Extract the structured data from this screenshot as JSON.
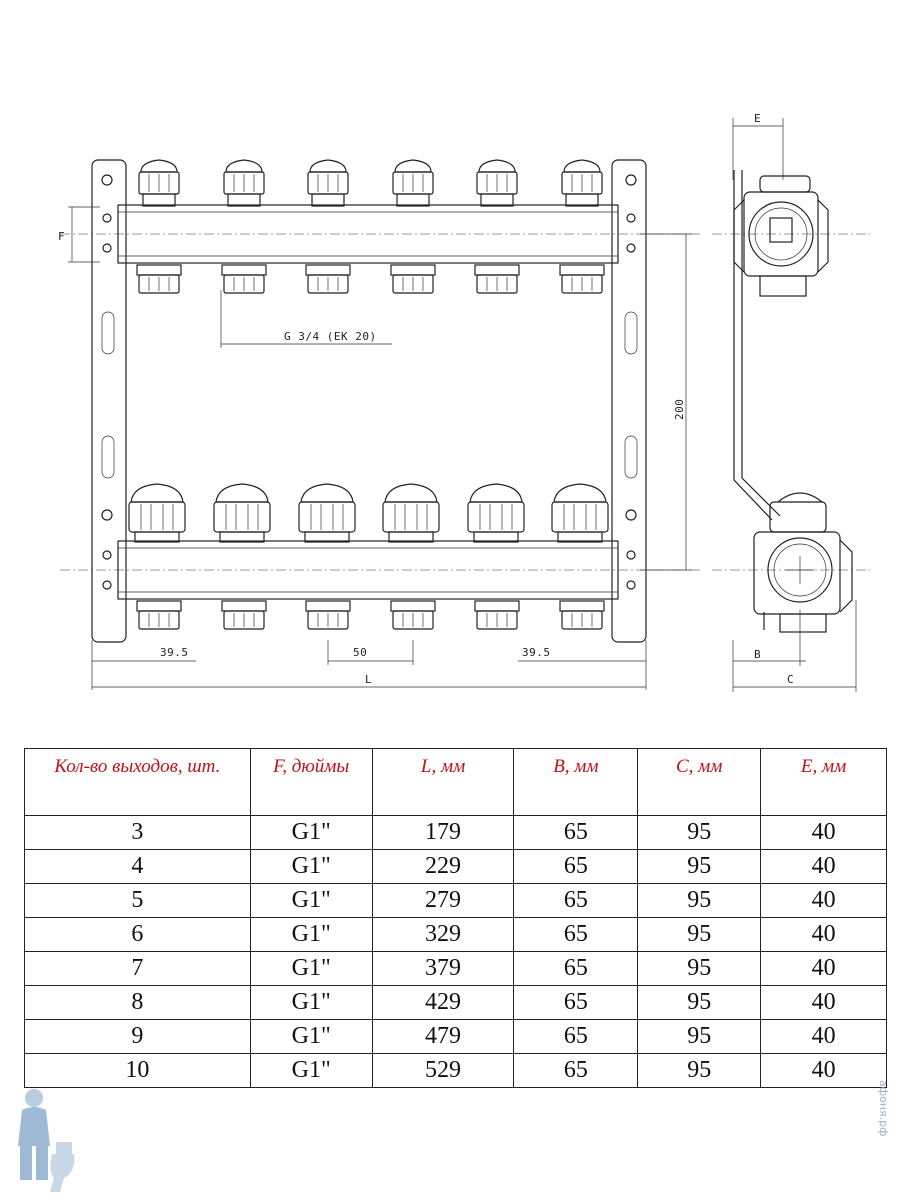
{
  "drawing": {
    "dims": {
      "thread_label": "G 3/4 (EK 20)",
      "height_200": "200",
      "edge_left": "39.5",
      "pitch": "50",
      "edge_right": "39.5",
      "length": "L",
      "f_label": "F",
      "e_label": "E",
      "b_label": "B",
      "c_label": "C"
    },
    "outlets_count": 6
  },
  "table": {
    "headers": [
      "Кол-во выходов, шт.",
      "F, дюймы",
      "L, мм",
      "B, мм",
      "C, мм",
      "E, мм"
    ],
    "rows": [
      [
        "3",
        "G1\"",
        "179",
        "65",
        "95",
        "40"
      ],
      [
        "4",
        "G1\"",
        "229",
        "65",
        "95",
        "40"
      ],
      [
        "5",
        "G1\"",
        "279",
        "65",
        "95",
        "40"
      ],
      [
        "6",
        "G1\"",
        "329",
        "65",
        "95",
        "40"
      ],
      [
        "7",
        "G1\"",
        "379",
        "65",
        "95",
        "40"
      ],
      [
        "8",
        "G1\"",
        "429",
        "65",
        "95",
        "40"
      ],
      [
        "9",
        "G1\"",
        "479",
        "65",
        "95",
        "40"
      ],
      [
        "10",
        "G1\"",
        "529",
        "65",
        "95",
        "40"
      ]
    ]
  },
  "watermark": "афоня.рф",
  "colors": {
    "header_red": "#c0111a",
    "watermark_blue": "#9bb4cc"
  }
}
